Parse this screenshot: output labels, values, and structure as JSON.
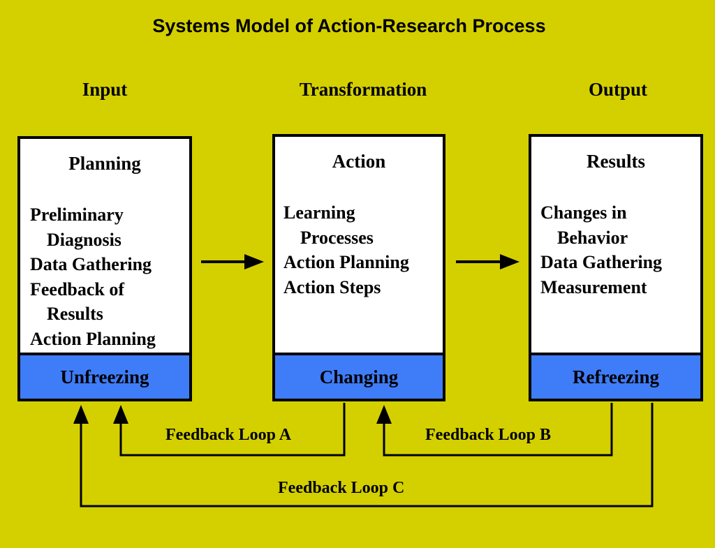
{
  "title": "Systems Model of Action-Research Process",
  "columns": [
    {
      "heading": "Input",
      "box_title": "Planning",
      "items": [
        {
          "text": "Preliminary",
          "indent": false
        },
        {
          "text": "Diagnosis",
          "indent": true
        },
        {
          "text": "Data Gathering",
          "indent": false
        },
        {
          "text": "Feedback of",
          "indent": false
        },
        {
          "text": "Results",
          "indent": true
        },
        {
          "text": "Action Planning",
          "indent": false
        }
      ],
      "stage": "Unfreezing"
    },
    {
      "heading": "Transformation",
      "box_title": "Action",
      "items": [
        {
          "text": "Learning",
          "indent": false
        },
        {
          "text": "Processes",
          "indent": true
        },
        {
          "text": "Action Planning",
          "indent": false
        },
        {
          "text": "Action Steps",
          "indent": false
        }
      ],
      "stage": "Changing"
    },
    {
      "heading": "Output",
      "box_title": "Results",
      "items": [
        {
          "text": "Changes in",
          "indent": false
        },
        {
          "text": "Behavior",
          "indent": true
        },
        {
          "text": "Data Gathering",
          "indent": false
        },
        {
          "text": "Measurement",
          "indent": false
        }
      ],
      "stage": "Refreezing"
    }
  ],
  "loops": {
    "a": "Feedback Loop A",
    "b": "Feedback Loop B",
    "c": "Feedback Loop C"
  },
  "colors": {
    "background": "#d4d000",
    "stage_fill": "#3f7cf8",
    "box_fill": "#ffffff"
  }
}
